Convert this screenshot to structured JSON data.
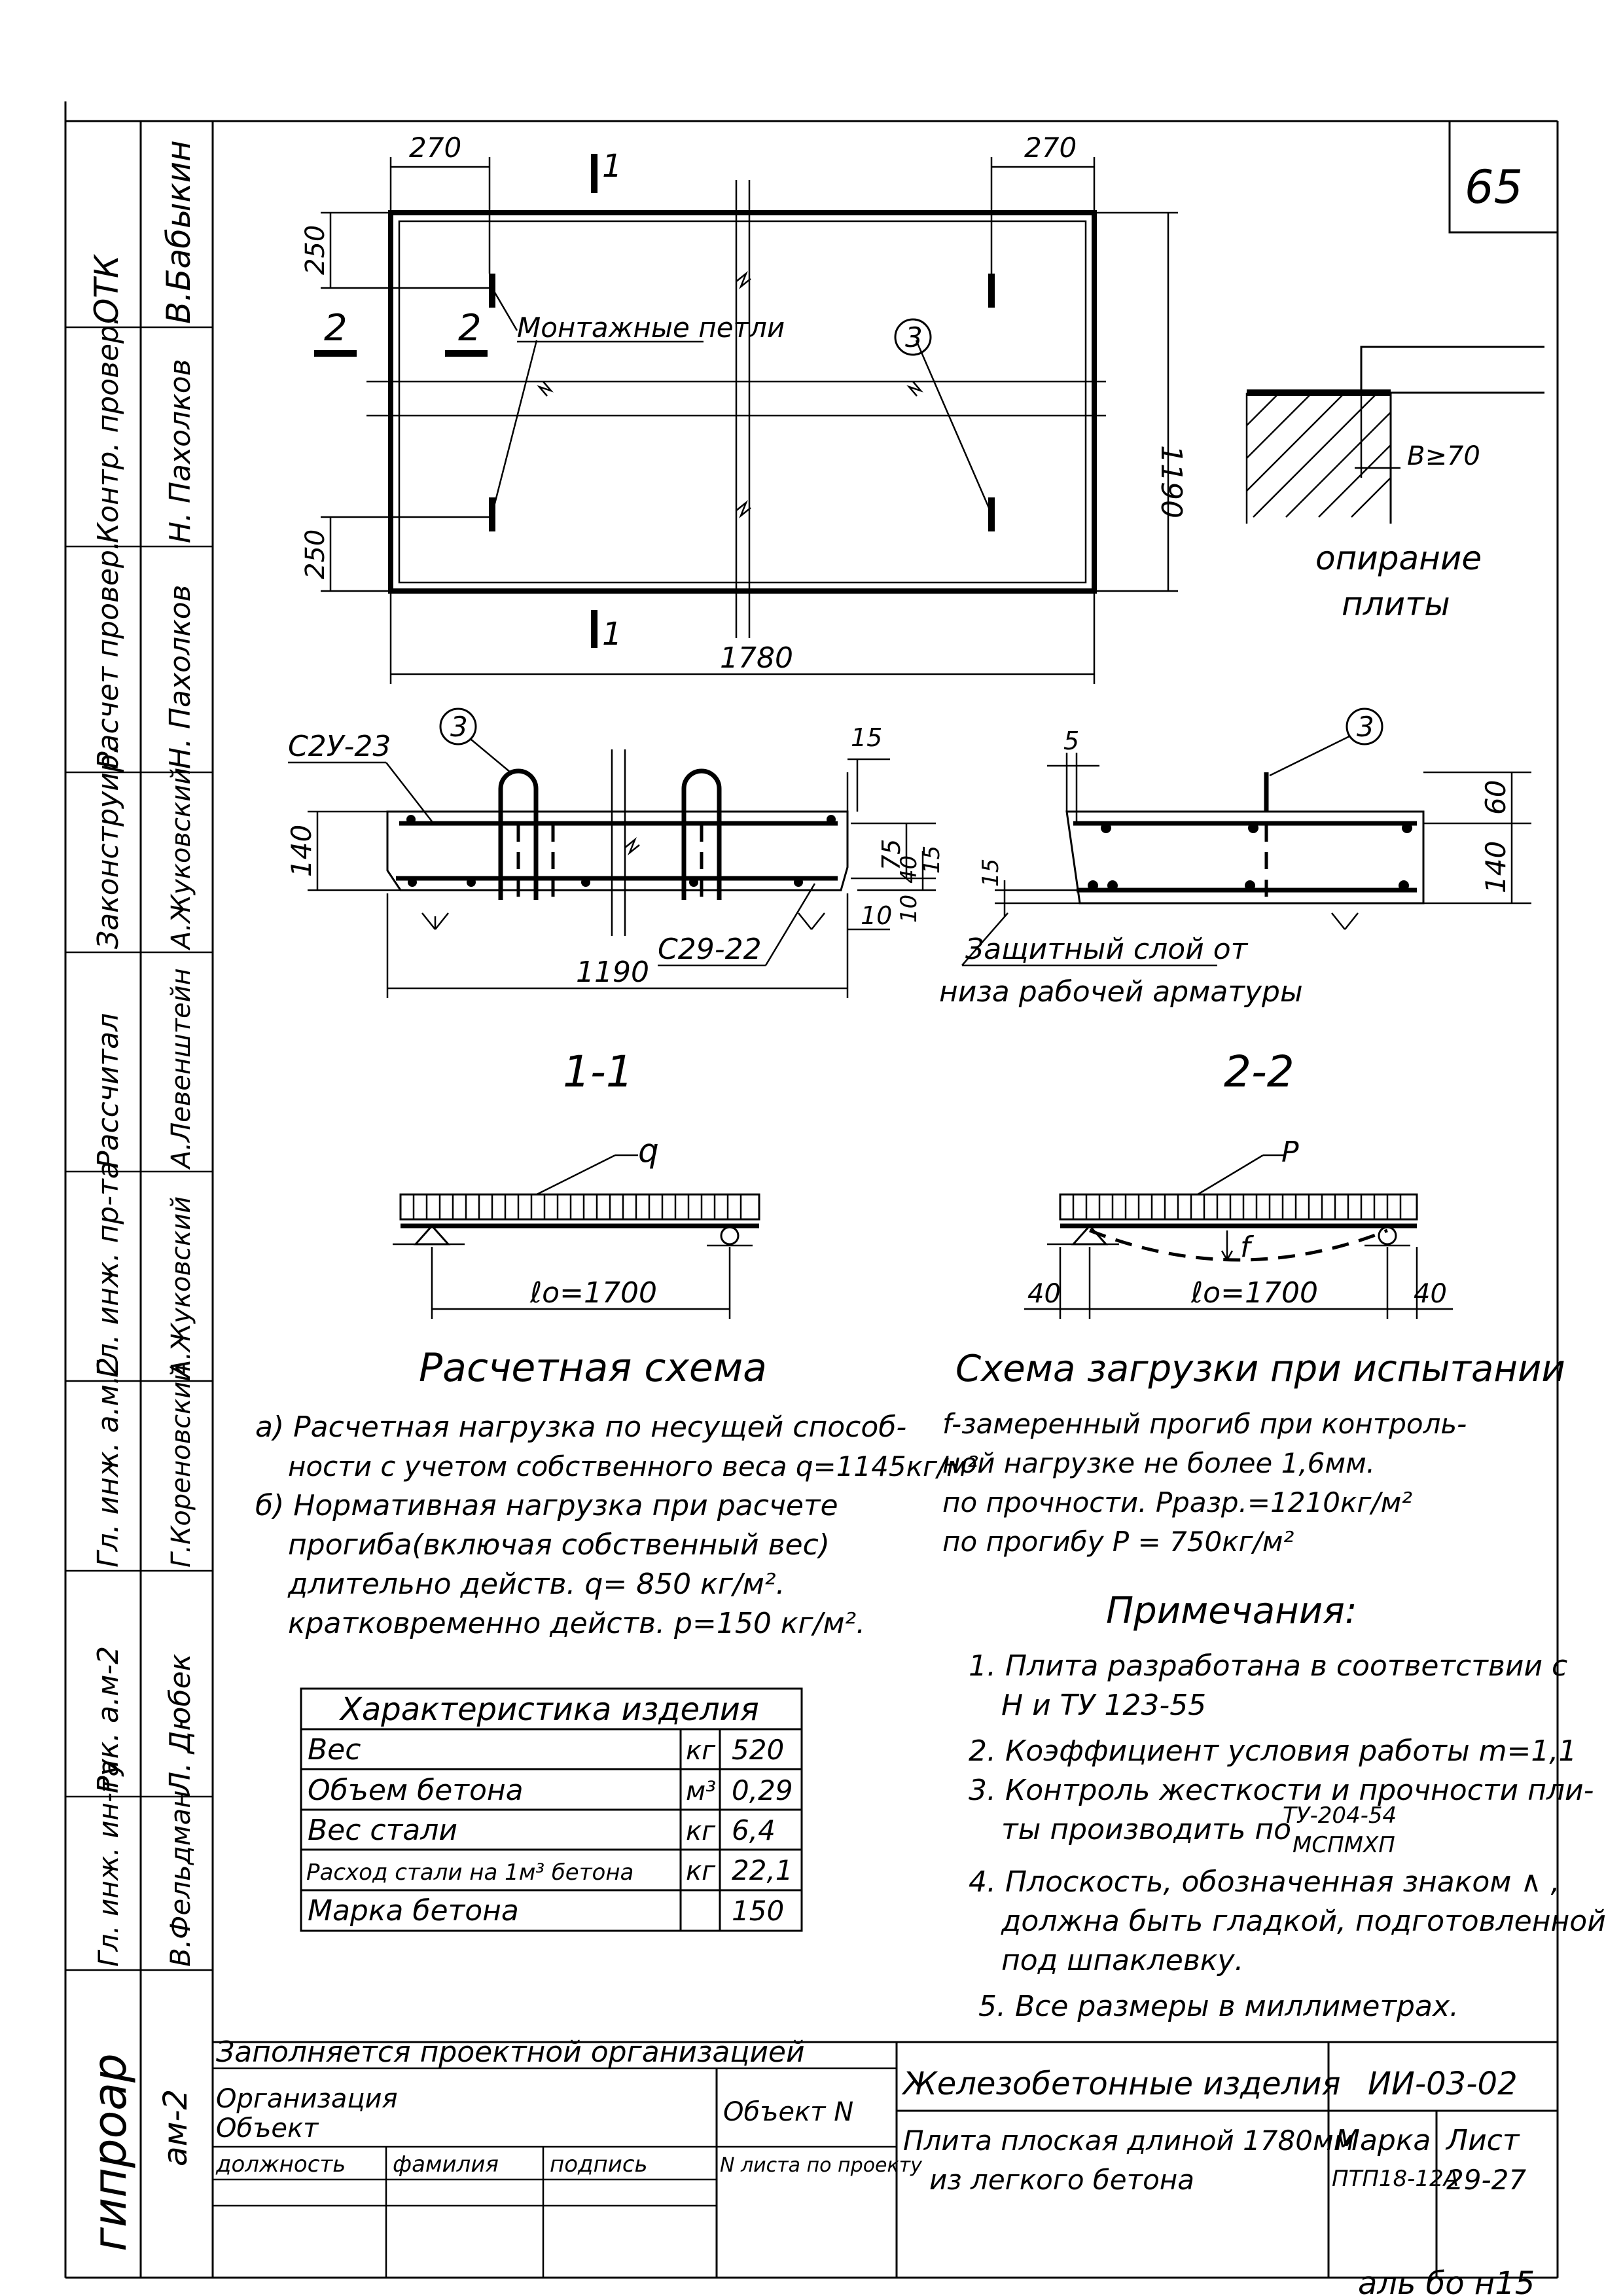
{
  "sheet": {
    "number": "65"
  },
  "stamp_left": {
    "rows": [
      {
        "role": "ОТК",
        "name": "В.Бабыкин"
      },
      {
        "role": "Контр. провер.",
        "name": "Н. Пахолков"
      },
      {
        "role": "Расчет провер.",
        "name": "Н. Пахолков"
      },
      {
        "role": "Законструир.",
        "name": "А.Жуковский"
      },
      {
        "role": "Рассчитал",
        "name": "А.Левенштейн"
      },
      {
        "role": "Гл. инж. пр-та",
        "name": "А.Жуковский"
      },
      {
        "role": "Гл. инж. а.м.2",
        "name": "Г.Кореновский"
      },
      {
        "role": "Рук. а.м-2",
        "name": "Л. Дюбек"
      },
      {
        "role": "Гл. инж. ин-та",
        "name": "В.Фельдман"
      }
    ],
    "org": "гипроар",
    "org_sub": "ам-2"
  },
  "plan": {
    "dim_top_left": "270",
    "dim_top_right": "270",
    "dim_left_top": "250",
    "dim_left_bottom": "250",
    "dim_right": "1190",
    "dim_bottom": "1780",
    "section_mark_1": "1",
    "section_mark_2": "2",
    "callout": "3",
    "loops_label": "Монтажные петли"
  },
  "support": {
    "dim_label": "В≥70",
    "caption_line1": "опирание",
    "caption_line2": "плиты"
  },
  "section11": {
    "rebar_top": "С2У-23",
    "rebar_bottom": "С29-22",
    "callout": "3",
    "dim_15": "15",
    "dim_75": "75",
    "dim_40": "40",
    "dim_15b": "15",
    "dim_10": "10",
    "dim_10b": "10",
    "dim_140": "140",
    "dim_width": "1190",
    "title": "1-1"
  },
  "section22": {
    "callout": "3",
    "dim_5": "5",
    "dim_60": "60",
    "dim_140": "140",
    "dim_15": "15",
    "cover_line1": "Защитный слой от",
    "cover_line2": "низа рабочей арматуры",
    "title": "2-2"
  },
  "design_scheme": {
    "load": "q",
    "span": "ℓо=1700",
    "title": "Расчетная схема",
    "notes": [
      "а) Расчетная нагрузка по несущей способ-",
      "ности с учетом собственного веса q=1145кг/м²",
      "б) Нормативная нагрузка при расчете",
      "прогиба(включая собственный вес)",
      "длительно действ. q= 850 кг/м².",
      "кратковременно действ. p=150 кг/м²."
    ]
  },
  "test_scheme": {
    "load": "P",
    "deflection": "f",
    "span": "ℓо=1700",
    "end_left": "40",
    "end_right": "40",
    "title": "Схема загрузки при испытании",
    "notes": [
      "f-замеренный прогиб при контроль-",
      "ной нагрузке не более 1,6мм.",
      "по прочности. Pразр.=1210кг/м²",
      "по прогибу    P = 750кг/м²"
    ]
  },
  "remarks": {
    "title": "Примечания:",
    "items": [
      "1. Плита разработана в соответствии с",
      "Н и ТУ 123-55",
      "2. Коэффициент условия работы m=1,1",
      "3. Контроль жесткости и прочности пли-",
      "ты производить по",
      "ТУ-204-54",
      "МСПМХП",
      "4. Плоскость, обозначенная знаком ∧ ,",
      "должна быть гладкой, подготовленной",
      "под шпаклевку.",
      "5. Все размеры в миллиметрах."
    ]
  },
  "properties_table": {
    "title": "Характеристика изделия",
    "rows": [
      {
        "name": "Вес",
        "unit": "кг",
        "value": "520"
      },
      {
        "name": "Объем бетона",
        "unit": "м³",
        "value": "0,29"
      },
      {
        "name": "Вес стали",
        "unit": "кг",
        "value": "6,4"
      },
      {
        "name": "Расход стали на 1м³ бетона",
        "unit": "кг",
        "value": "22,1"
      },
      {
        "name": "Марка бетона",
        "unit": "",
        "value": "150"
      }
    ]
  },
  "title_block": {
    "filled_by": "Заполняется проектной организацией",
    "org": "Организация",
    "object": "Объект",
    "object_no": "Объект N",
    "col_position": "должность",
    "col_surname": "фамилия",
    "col_sign": "подпись",
    "col_sheet": "N листа по проекту",
    "category": "Железобетонные изделия",
    "series": "ИИ-03-02",
    "description_line1": "Плита плоская длиной 1780мм",
    "description_line2": "из легкого бетона",
    "mark_label": "Марка",
    "mark_value": "ПТП18-12А",
    "sheet_label": "Лист",
    "sheet_value": "29-27"
  },
  "footer_stamp": "аль бо н15"
}
